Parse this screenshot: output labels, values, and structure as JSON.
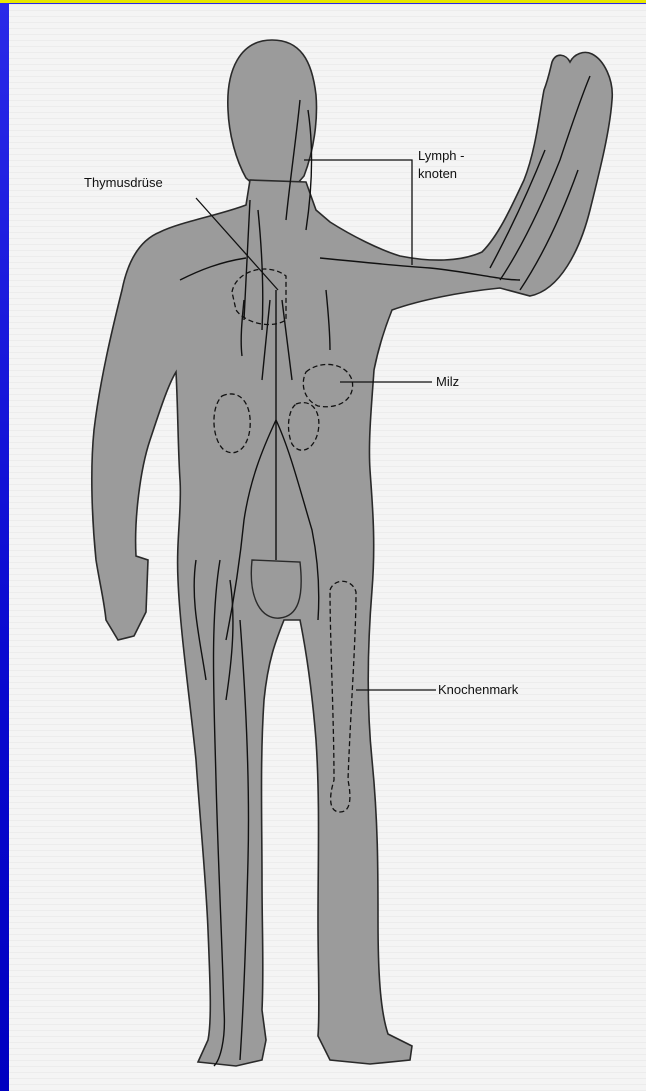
{
  "labels": {
    "thymus": "Thymusdrüse",
    "lymph_line1": "Lymph -",
    "lymph_line2": "knoten",
    "spleen": "Milz",
    "marrow": "Knochenmark"
  },
  "icons": [
    "body-figure-icon"
  ],
  "colors": {
    "border": "#0a0ad0",
    "top_accent": "#e8e800",
    "paper": "#f4f4f4",
    "body_fill": "#9a9a9a",
    "line": "#111111"
  }
}
